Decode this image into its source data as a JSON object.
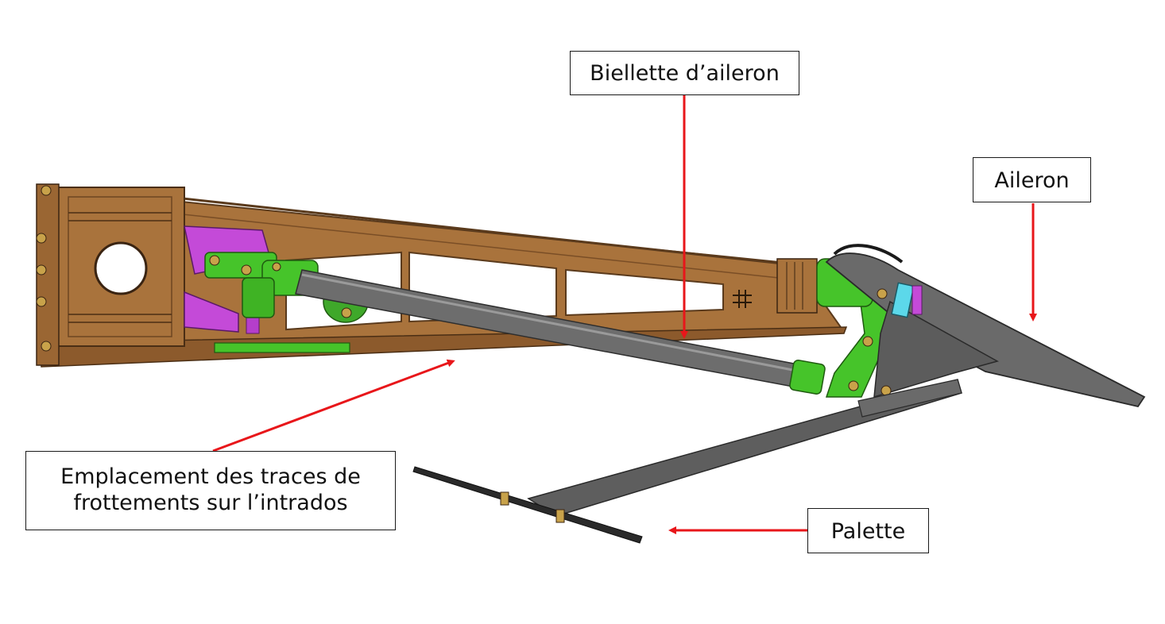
{
  "labels": {
    "biellette": "Biellette d’aileron",
    "aileron": "Aileron",
    "emplacement_line1": "Emplacement des traces de",
    "emplacement_line2": "frottements sur l’intrados",
    "palette": "Palette"
  },
  "colors": {
    "frame": "#a9733c",
    "frame_dark": "#6e4622",
    "rod": "#6d6d6d",
    "fitting": "#46c42a",
    "bracket": "#c44ad8",
    "arrow": "#e8161a",
    "cyan_part": "#5cd8ea"
  }
}
